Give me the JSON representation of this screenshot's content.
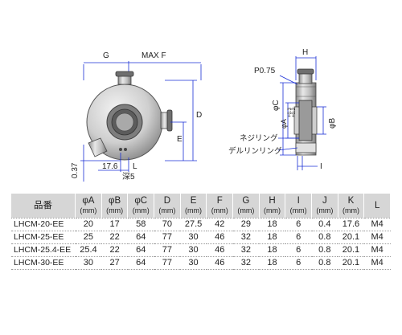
{
  "drawing": {
    "front_labels": {
      "g": "G",
      "max_f": "MAX F",
      "d": "D",
      "e": "E",
      "dim_037": "0.37",
      "dim_176": "17.6",
      "l": "L",
      "depth5": "深5"
    },
    "side_labels": {
      "h": "H",
      "p075": "P0.75",
      "phi_c": "φC",
      "phi_a": "φA",
      "phi_a_tol_upper": "+0.3",
      "phi_a_tol_lower": "+0.2",
      "phi_b": "φB",
      "screw_ring": "ネジリング",
      "delrin_ring": "デルリンリング",
      "i": "I"
    },
    "colors": {
      "dimension": "#1a2fd6",
      "body": "#555555",
      "table_header": "#d6d6d6"
    }
  },
  "table": {
    "header": [
      {
        "name": "品番",
        "unit": ""
      },
      {
        "name": "φA",
        "unit": "(mm)"
      },
      {
        "name": "φB",
        "unit": "(mm)"
      },
      {
        "name": "φC",
        "unit": "(mm)"
      },
      {
        "name": "D",
        "unit": "(mm)"
      },
      {
        "name": "E",
        "unit": "(mm)"
      },
      {
        "name": "F",
        "unit": "(mm)"
      },
      {
        "name": "G",
        "unit": "(mm)"
      },
      {
        "name": "H",
        "unit": "(mm)"
      },
      {
        "name": "I",
        "unit": "(mm)"
      },
      {
        "name": "J",
        "unit": "(mm)"
      },
      {
        "name": "K",
        "unit": "(mm)"
      },
      {
        "name": "L",
        "unit": ""
      }
    ],
    "rows": [
      [
        "LHCM-20-EE",
        "20",
        "17",
        "58",
        "70",
        "27.5",
        "42",
        "29",
        "18",
        "6",
        "0.4",
        "17.6",
        "M4"
      ],
      [
        "LHCM-25-EE",
        "25",
        "22",
        "64",
        "77",
        "30",
        "46",
        "32",
        "18",
        "6",
        "0.8",
        "20.1",
        "M4"
      ],
      [
        "LHCM-25.4-EE",
        "25.4",
        "22",
        "64",
        "77",
        "30",
        "46",
        "32",
        "18",
        "6",
        "0.8",
        "20.1",
        "M4"
      ],
      [
        "LHCM-30-EE",
        "30",
        "27",
        "64",
        "77",
        "30",
        "46",
        "32",
        "18",
        "6",
        "0.8",
        "20.1",
        "M4"
      ]
    ]
  }
}
